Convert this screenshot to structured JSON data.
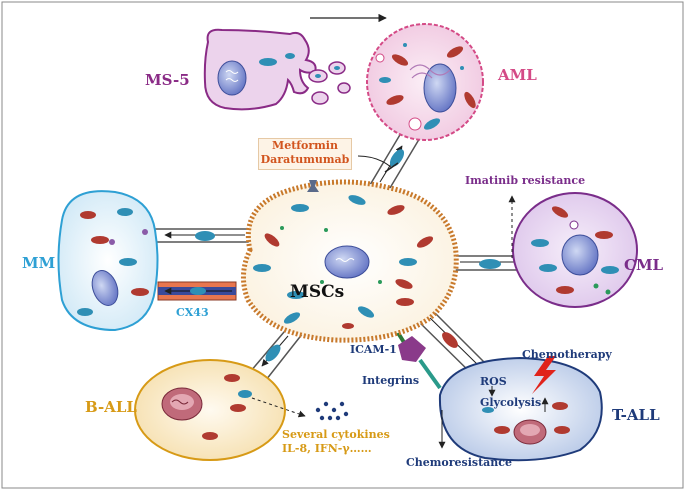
{
  "diagram": {
    "center_label": "MSCs",
    "cells": {
      "ms5": "MS-5",
      "aml": "AML",
      "mm": "MM",
      "cml": "CML",
      "ball": "B-ALL",
      "tall": "T-ALL"
    },
    "drug_box": {
      "line1": "Metformin",
      "line2": "Daratumumab"
    },
    "annotations": {
      "imatinib": "Imatinib resistance",
      "cx43": "CX43",
      "icam": "ICAM-1",
      "integrins": "Integrins",
      "chemotherapy": "Chemotherapy",
      "ros": "ROS",
      "glycolysis": "Glycolysis",
      "chemoresistance": "Chemoresistance",
      "cytokines_line1": "Several cytokines",
      "cytokines_line2": "IL-8, IFN-γ……"
    },
    "colors": {
      "msc_fill": "#fffaf0",
      "msc_border": "#c8792b",
      "mito": "#b03a30",
      "mito_blue": "#2f8fb5",
      "ms5": "#8a2b86",
      "aml": "#d44a86",
      "mm": "#2ea0d4",
      "cml": "#7a2d8a",
      "ball": "#d79a16",
      "tall": "#1f3b7a"
    }
  }
}
